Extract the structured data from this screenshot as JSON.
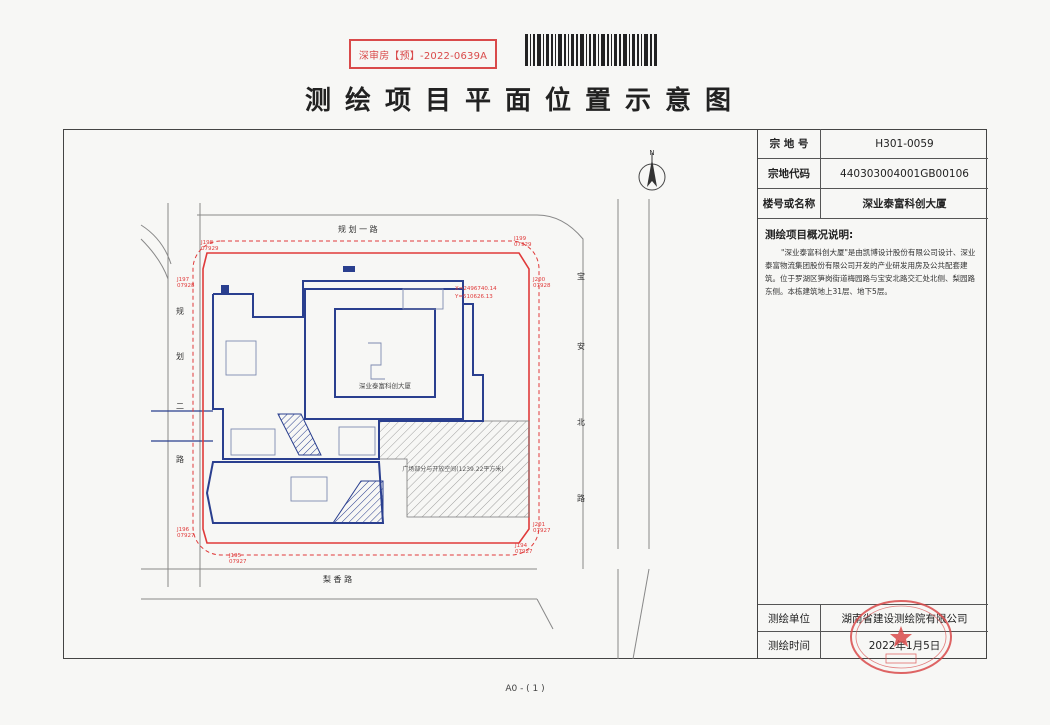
{
  "header": {
    "stamp_text": "深审房【预】-2022-0639A",
    "title": "测绘项目平面位置示意图"
  },
  "info_panel": {
    "rows": [
      {
        "label": "宗 地 号",
        "value": "H301-0059"
      },
      {
        "label": "宗地代码",
        "value": "440303004001GB00106"
      },
      {
        "label": "楼号或名称",
        "value": "深业泰富科创大厦"
      }
    ],
    "description_title": "测绘项目概况说明:",
    "description_body": "\"深业泰富科创大厦\"是由凯博设计股份有限公司设计、深业泰富物流集团股份有限公司开发的产业研发用房及公共配套建筑。位于罗湖区笋岗街道梅园路与宝安北路交汇处北侧、梨园路东侧。本栋建筑地上31层、地下5层。",
    "survey_unit_label": "测绘单位",
    "survey_unit_value": "湖南省建设测绘院有限公司",
    "survey_time_label": "测绘时间",
    "survey_time_value": "2022年1月5日"
  },
  "map": {
    "north": "N",
    "road_top": "规 划 一 路",
    "road_left_chars": [
      "规",
      "划",
      "二",
      "路"
    ],
    "road_right_chars": [
      "宝",
      "安",
      "北",
      "路"
    ],
    "road_bottom": "梨 香 路",
    "building_name": "深业泰富科创大厦",
    "hatched_area_label": "广场部分与开放空间(1239.22平方米)",
    "coord_x": "X=2496740.14",
    "coord_y": "Y=510626.13",
    "points": [
      {
        "id": "J198",
        "code": "07929"
      },
      {
        "id": "J199",
        "code": "07929"
      },
      {
        "id": "J197",
        "code": "07928"
      },
      {
        "id": "J200",
        "code": "07928"
      },
      {
        "id": "J196",
        "code": "07927"
      },
      {
        "id": "J201",
        "code": "07927"
      },
      {
        "id": "J195",
        "code": "07927"
      },
      {
        "id": "J194",
        "code": "07927"
      }
    ]
  },
  "footer": {
    "page_label": "A0 - ( 1 )"
  },
  "colors": {
    "stamp_red": "#d94a4a",
    "boundary_red": "#e03a3a",
    "building_blue": "#2a3f8f",
    "line_gray": "#777777"
  }
}
